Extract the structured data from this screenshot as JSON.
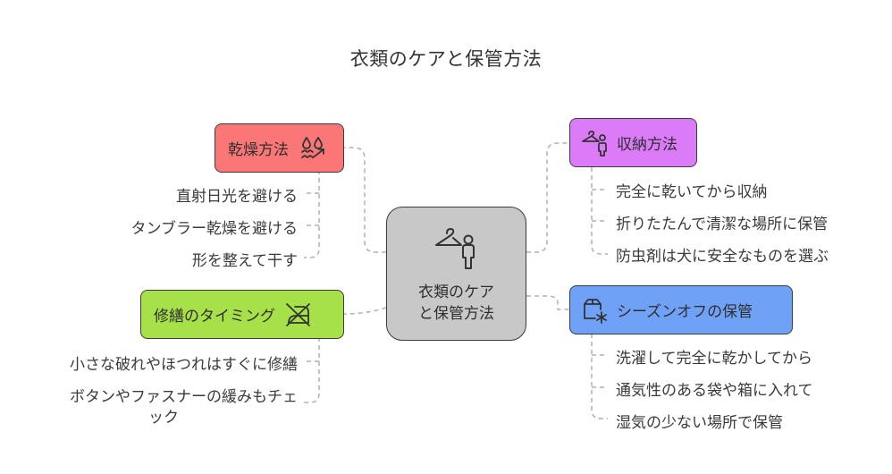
{
  "title": "衣類のケアと保管方法",
  "center": {
    "line1": "衣類のケア",
    "line2": "と保管方法",
    "icon": "hanger-person-icon"
  },
  "drying": {
    "label": "乾燥方法",
    "icon": "water-drops-icon",
    "color": "#fb7676",
    "items": [
      "直射日光を避ける",
      "タンブラー乾燥を避ける",
      "形を整えて干す"
    ]
  },
  "repair": {
    "label": "修繕のタイミング",
    "icon": "no-iron-icon",
    "color": "#a7e149",
    "items": [
      "小さな破れやほつれはすぐに修繕",
      "ボタンやファスナーの緩みもチェ",
      "ック"
    ]
  },
  "storage": {
    "label": "収納方法",
    "icon": "hanger-hand-icon",
    "color": "#db7bf8",
    "items": [
      "完全に乾いてから収納",
      "折りたたんで清潔な場所に保管",
      "防虫剤は犬に安全なものを選ぶ"
    ]
  },
  "offseason": {
    "label": "シーズンオフの保管",
    "icon": "box-snowflake-icon",
    "color": "#6fa1f7",
    "items": [
      "洗濯して完全に乾かしてから",
      "通気性のある袋や箱に入れて",
      "湿気の少ない場所で保管"
    ]
  },
  "colors": {
    "center_fill": "#c8c8c8",
    "border": "#3c3c3c",
    "connector": "#b0b0b0"
  }
}
